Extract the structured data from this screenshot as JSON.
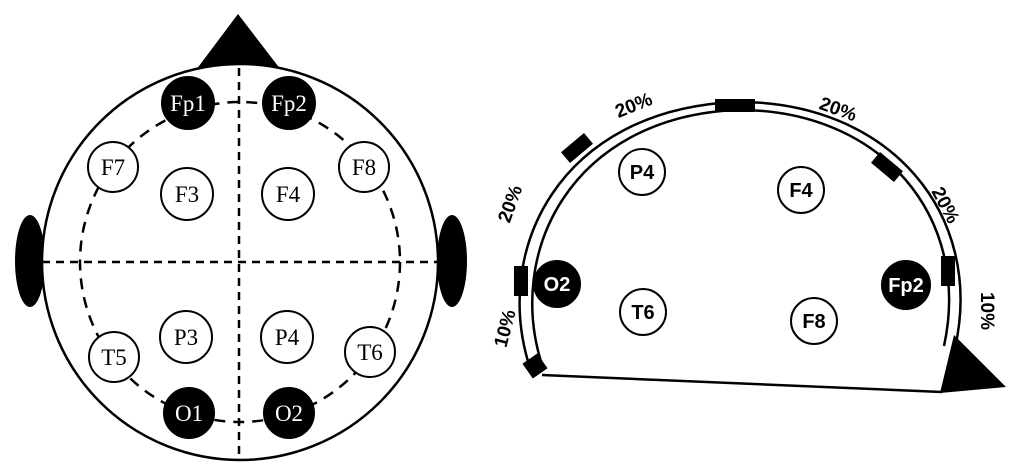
{
  "colors": {
    "stroke": "#000000",
    "background": "#ffffff",
    "filled_electrode": "#000000",
    "open_electrode": "#ffffff"
  },
  "top_view": {
    "electrodes": [
      {
        "label": "Fp1",
        "filled": true
      },
      {
        "label": "Fp2",
        "filled": true
      },
      {
        "label": "F7",
        "filled": false
      },
      {
        "label": "F3",
        "filled": false
      },
      {
        "label": "F4",
        "filled": false
      },
      {
        "label": "F8",
        "filled": false
      },
      {
        "label": "P3",
        "filled": false
      },
      {
        "label": "P4",
        "filled": false
      },
      {
        "label": "T5",
        "filled": false
      },
      {
        "label": "T6",
        "filled": false
      },
      {
        "label": "O1",
        "filled": true
      },
      {
        "label": "O2",
        "filled": true
      }
    ]
  },
  "side_view": {
    "electrodes": [
      {
        "label": "P4",
        "filled": false
      },
      {
        "label": "F4",
        "filled": false
      },
      {
        "label": "O2",
        "filled": true
      },
      {
        "label": "Fp2",
        "filled": true
      },
      {
        "label": "T6",
        "filled": false
      },
      {
        "label": "F8",
        "filled": false
      }
    ],
    "percent_labels": [
      "20%",
      "20%",
      "20%",
      "20%",
      "10%",
      "10%"
    ]
  }
}
